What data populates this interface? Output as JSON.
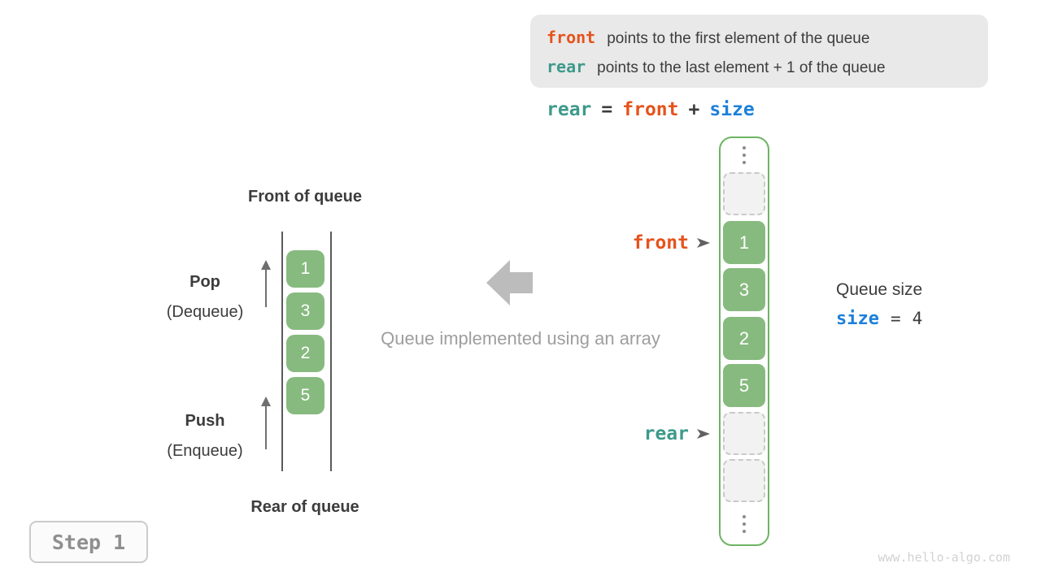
{
  "info_box": {
    "lines": [
      {
        "keyword": "front",
        "text": "points to the first element of the queue"
      },
      {
        "keyword": "rear",
        "text": "points to the last element + 1 of the queue"
      }
    ]
  },
  "formula": {
    "tokens": [
      "rear",
      "=",
      "front",
      "+",
      "size"
    ]
  },
  "left_diagram": {
    "front_label": "Front of queue",
    "rear_label": "Rear of queue",
    "pop": {
      "label": "Pop",
      "sub": "(Dequeue)"
    },
    "push": {
      "label": "Push",
      "sub": "(Enqueue)"
    },
    "values": [
      "1",
      "3",
      "2",
      "5"
    ]
  },
  "center": {
    "caption": "Queue implemented using an array"
  },
  "array_column": {
    "front_pointer": "front",
    "rear_pointer": "rear",
    "cells": [
      {
        "kind": "empty",
        "value": ""
      },
      {
        "kind": "filled",
        "value": "1"
      },
      {
        "kind": "filled",
        "value": "3"
      },
      {
        "kind": "filled",
        "value": "2"
      },
      {
        "kind": "filled",
        "value": "5"
      },
      {
        "kind": "empty",
        "value": ""
      },
      {
        "kind": "empty",
        "value": ""
      }
    ]
  },
  "queue_size": {
    "label": "Queue size",
    "variable": "size",
    "equals": "=",
    "value": "4"
  },
  "step_badge": "Step 1",
  "watermark": "www.hello-algo.com",
  "colors": {
    "accent_orange": "#e5531c",
    "accent_teal": "#3d9a8b",
    "accent_blue": "#1c80d9",
    "cell_green": "#87ba7f",
    "frame_border_green": "#6db364",
    "info_box_bg": "#e9e9e9"
  }
}
